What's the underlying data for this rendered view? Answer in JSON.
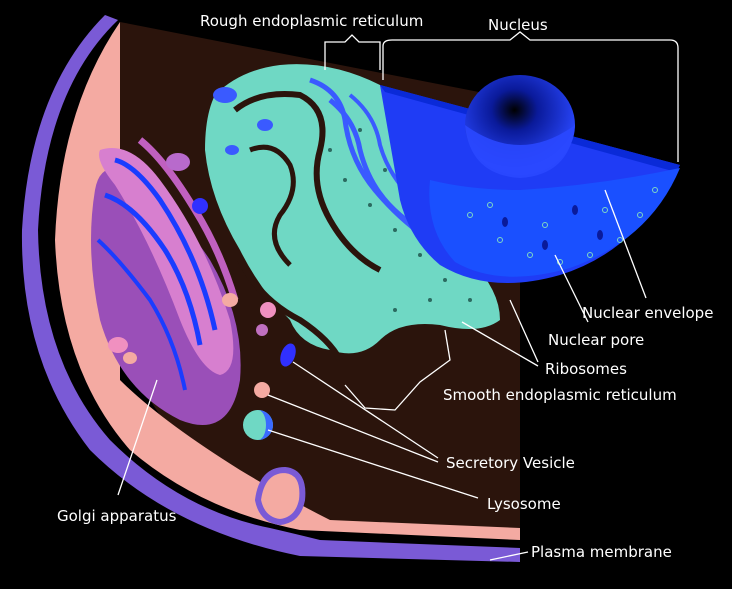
{
  "labels": {
    "rough_er": "Rough endoplasmic reticulum",
    "nucleus": "Nucleus",
    "nuclear_envelope": "Nuclear envelope",
    "nuclear_pore": "Nuclear pore",
    "ribosomes": "Ribosomes",
    "smooth_er": "Smooth endoplasmic reticulum",
    "secretory_vesicle": "Secretory Vesicle",
    "lysosome": "Lysosome",
    "golgi": "Golgi apparatus",
    "plasma_membrane": "Plasma membrane"
  },
  "colors": {
    "background": "#000000",
    "cytoplasm": "#2a130c",
    "membrane_outer": "#7a5ad6",
    "membrane_inner": "#f2a6a0",
    "nucleus": "#1a3cff",
    "er": "#6fd8c4",
    "golgi": "#b05bc0"
  }
}
